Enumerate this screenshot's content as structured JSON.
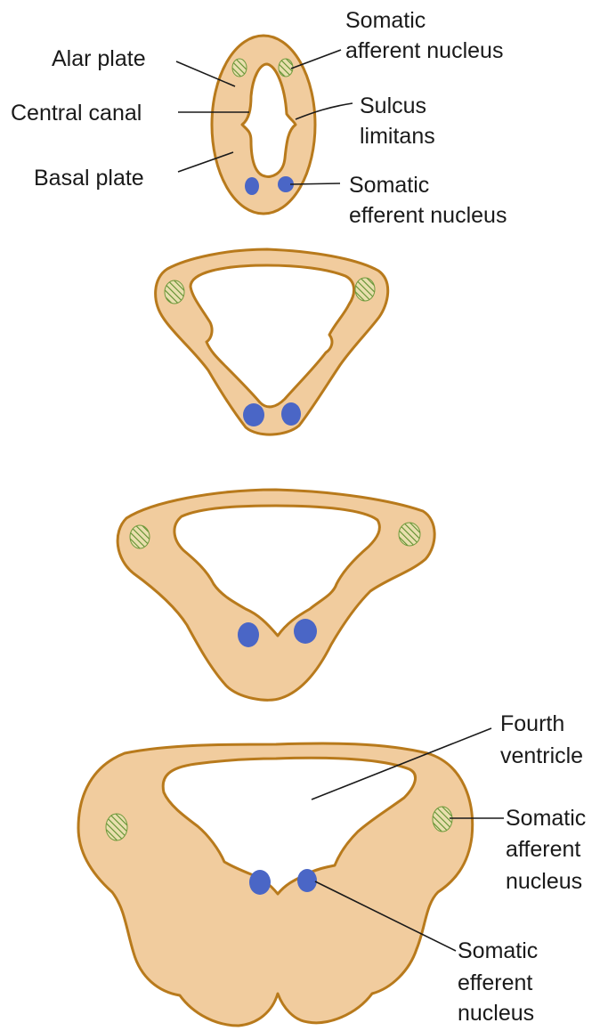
{
  "labels": {
    "alar_plate": "Alar plate",
    "central_canal": "Central canal",
    "basal_plate": "Basal plate",
    "sulcus_line1": "Sulcus",
    "sulcus_line2": "limitans",
    "somatic": "Somatic",
    "afferent_nucleus": "afferent nucleus",
    "efferent_nucleus": "efferent nucleus",
    "fourth": "Fourth",
    "ventricle": "ventricle",
    "afferent": "afferent",
    "efferent": "efferent",
    "nucleus": "nucleus"
  },
  "colors": {
    "tissue": "#f1cc9e",
    "outline": "#b87a1c",
    "efferent_nucleus": "#4a66c6",
    "afferent_nucleus_hatch": "#6f9a3c",
    "lumen": "#ffffff"
  }
}
